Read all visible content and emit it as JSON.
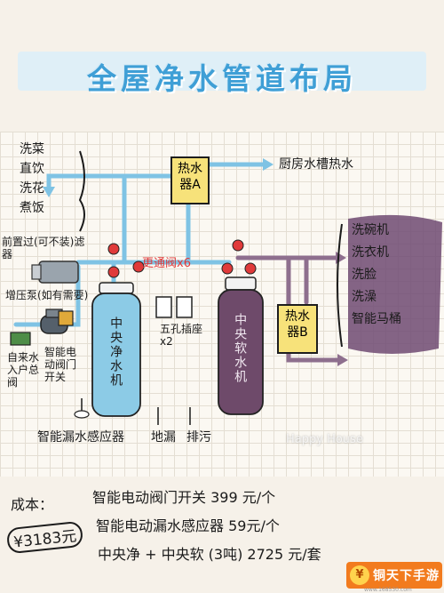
{
  "title": "全屋净水管道布局",
  "left_uses": [
    "洗菜",
    "直饮",
    "洗花",
    "煮饭"
  ],
  "heater_a": {
    "line1": "热水",
    "line2": "器A"
  },
  "kitchen_label": "厨房水槽热水",
  "prefilter_label": "前置过(可不装)滤器",
  "booster_pump_label": "增压泵(如有需要)",
  "valve_note": "更通阀x6",
  "socket_label": "五孔插座x2",
  "tank_a_label": "中央净水机",
  "tank_b_label": "中央软水机",
  "heater_b": {
    "line1": "热水",
    "line2": "器B"
  },
  "right_uses": [
    "洗碗机",
    "洗衣机",
    "洗脸",
    "洗澡",
    "智能马桶"
  ],
  "inlet_label": "自来水入户总阀",
  "smart_valve_label": "智能电动阀门开关",
  "sensor_label": "智能漏水感应器",
  "floor_drain_label": "地漏",
  "drain_label": "排污",
  "watermark": "Happy House",
  "cost": {
    "label": "成本：",
    "total": "¥3183元",
    "items": [
      "智能电动阀门开关 399 元/个",
      "智能电动漏水感应器 59元/个",
      "中央净 + 中央软 (3吨) 2725 元/套"
    ]
  },
  "logo": {
    "text": "铜天下手游",
    "url": "www.168530.com"
  },
  "colors": {
    "title": "#3f9fd6",
    "pipe_blue": "#7fc3e4",
    "pipe_purple": "#8e6f8e",
    "valve_red": "#e03a3a",
    "heater_yellow": "#f7e27a",
    "tank_blue": "#8ccbe6",
    "tank_purple": "#6e4a6a",
    "highlight_purple": "#6f4a72"
  }
}
